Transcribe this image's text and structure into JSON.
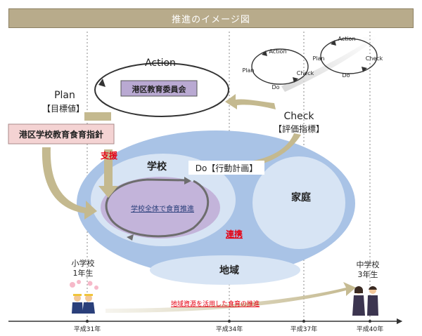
{
  "title": "推進のイメージ図",
  "cycle": {
    "action": "Action",
    "plan": "Plan",
    "plan_sub": "【目標値】",
    "check": "Check",
    "check_sub": "【評価指標】",
    "do": "Do【行動計画】"
  },
  "committee": "港区教育委員会",
  "policy": "港区学校教育食育指針",
  "support": "支援",
  "school": "学校",
  "home": "家庭",
  "region": "地域",
  "collab": "連携",
  "school_promotion": "学校全体で食育推進",
  "region_resources": "地域資源を活用した食育の推進",
  "elementary": {
    "line1": "小学校",
    "line2": "1年生"
  },
  "junior": {
    "line1": "中学校",
    "line2": "3年生"
  },
  "small_cycle1": {
    "action": "Action",
    "plan": "Plan",
    "check": "Check",
    "do": "Do"
  },
  "small_cycle2": {
    "action": "Action",
    "plan": "Plan",
    "check": "Check",
    "do": "Do"
  },
  "timeline": [
    "平成31年",
    "平成34年",
    "平成37年",
    "平成40年"
  ],
  "colors": {
    "title_bg": "#b8ab8b",
    "committee_bg": "#b9a9d2",
    "policy_bg": "#f4d3d3",
    "accent_red": "#e60012",
    "blue_outer": "#a9c3e6",
    "arrow": "#c4b98f"
  }
}
